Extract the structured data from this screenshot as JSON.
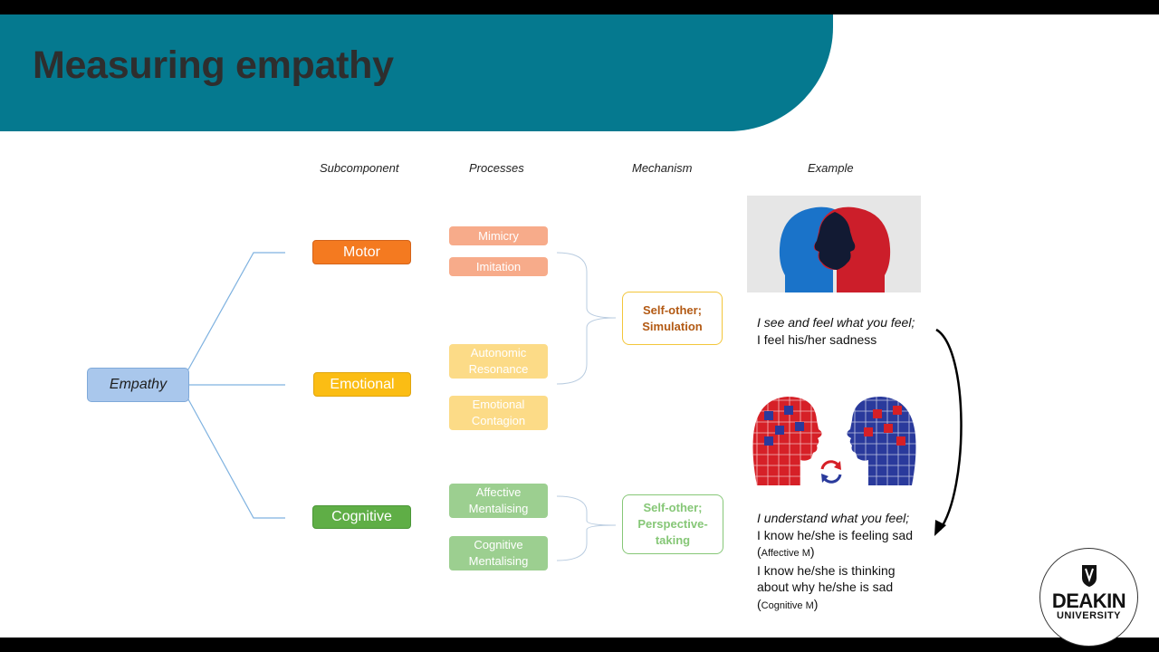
{
  "slide": {
    "title": "Measuring empathy"
  },
  "columns": {
    "subcomponent": "Subcomponent",
    "processes": "Processes",
    "mechanism": "Mechanism",
    "example": "Example"
  },
  "root": {
    "label": "Empathy",
    "color": "#a9c7ec"
  },
  "subcomponents": [
    {
      "label": "Motor",
      "color": "#f47a20"
    },
    {
      "label": "Emotional",
      "color": "#fbbd14"
    },
    {
      "label": "Cognitive",
      "color": "#5fae46"
    }
  ],
  "processes": [
    {
      "label": "Mimicry",
      "color": "#f7ab8a"
    },
    {
      "label": "Imitation",
      "color": "#f7ab8a"
    },
    {
      "label": "Autonomic Resonance",
      "color": "#fcdb87"
    },
    {
      "label": "Emotional Contagion",
      "color": "#fcdb87"
    },
    {
      "label": "Affective Mentalising",
      "color": "#9ccf90"
    },
    {
      "label": "Cognitive Mentalising",
      "color": "#9ccf90"
    }
  ],
  "mechanisms": [
    {
      "label": "Self-other; Simulation",
      "color": "#b35a14",
      "border": "#f3c63a"
    },
    {
      "label": "Self-other; Perspective-taking",
      "color": "#86c777",
      "border": "#86c777"
    }
  ],
  "examples": {
    "affective": {
      "line1": "I see and feel what you feel;",
      "line2": "I feel his/her sadness"
    },
    "cognitive": {
      "line1": "I understand what you feel;",
      "line2": "I know he/she is feeling sad",
      "note1": "Affective M",
      "line3": "I know he/she is thinking",
      "line4": "about why he/she is sad",
      "note2": "Cognitive M"
    }
  },
  "logo": {
    "name": "DEAKIN",
    "sub": "UNIVERSITY"
  },
  "icons": [
    "two-heads-silhouette-icon",
    "puzzle-heads-exchange-icon",
    "curved-arrow-icon",
    "deakin-logo-icon"
  ]
}
